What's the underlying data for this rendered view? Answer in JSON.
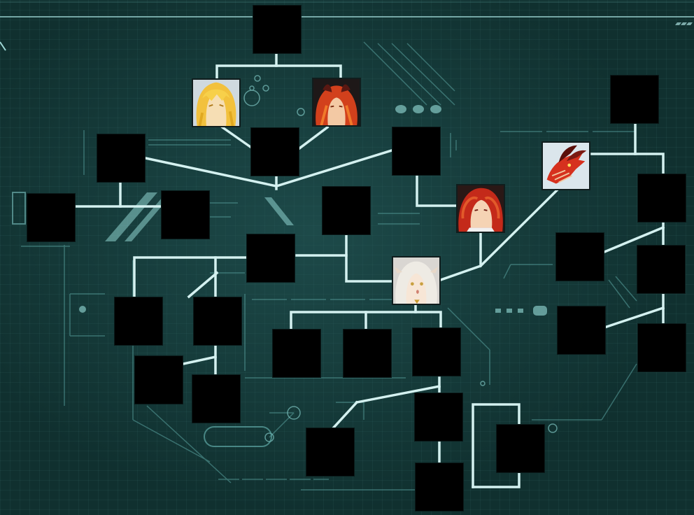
{
  "colors": {
    "background": "#10302f",
    "wire": "#cfeeee",
    "wire_dim": "#5aa3a0",
    "locked_node": "#000000"
  },
  "nodes": {
    "top_root": {
      "state": "locked"
    },
    "blonde_girl": {
      "state": "unlocked",
      "portrait": "blonde-girl-portrait"
    },
    "red_horned_girl": {
      "state": "unlocked",
      "portrait": "red-horned-girl-portrait"
    },
    "center_junction": {
      "state": "locked"
    },
    "upper_right_mid": {
      "state": "locked"
    },
    "top_right": {
      "state": "locked"
    },
    "red_dragon": {
      "state": "unlocked",
      "portrait": "red-dragon-portrait"
    },
    "redhead_girl": {
      "state": "unlocked",
      "portrait": "redhead-girl-portrait"
    },
    "white_hair_girl": {
      "state": "unlocked",
      "portrait": "white-hair-girl-portrait"
    }
  }
}
